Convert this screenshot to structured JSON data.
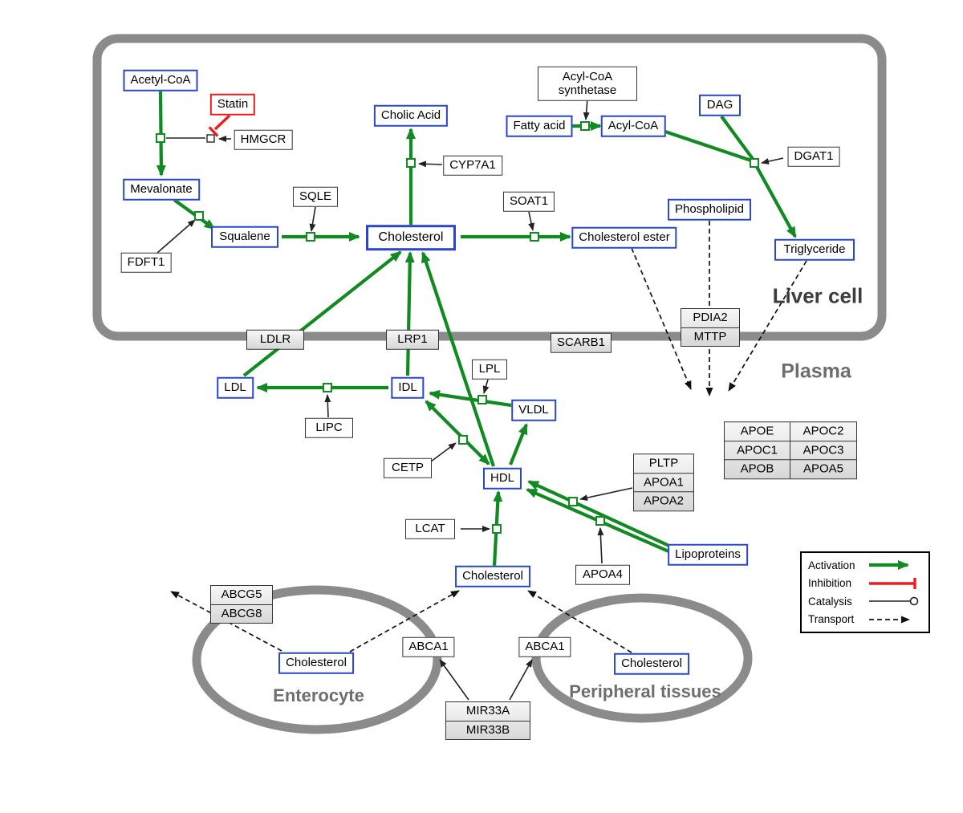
{
  "compartments": {
    "liver": "Liver cell",
    "plasma": "Plasma",
    "enterocyte": "Enterocyte",
    "peripheral": "Peripheral tissues"
  },
  "nodes": {
    "acetyl_coa": "Acetyl-CoA",
    "statin": "Statin",
    "hmgcr": "HMGCR",
    "mevalonate": "Mevalonate",
    "fdft1": "FDFT1",
    "squalene": "Squalene",
    "sqle": "SQLE",
    "cholic_acid": "Cholic Acid",
    "cyp7a1": "CYP7A1",
    "cholesterol_liver": "Cholesterol",
    "soat1": "SOAT1",
    "cholesterol_ester": "Cholesterol ester",
    "fatty_acid": "Fatty acid",
    "acyl_coa_synthetase": "Acyl-CoA synthetase",
    "acyl_coa": "Acyl-CoA",
    "dag": "DAG",
    "dgat1": "DGAT1",
    "phospholipid": "Phospholipid",
    "triglyceride": "Triglyceride",
    "ldlr": "LDLR",
    "lrp1": "LRP1",
    "scarb1": "SCARB1",
    "pdia2": "PDIA2",
    "mttp": "MTTP",
    "ldl": "LDL",
    "idl": "IDL",
    "vldl": "VLDL",
    "lpl": "LPL",
    "lipc": "LIPC",
    "cetp": "CETP",
    "hdl": "HDL",
    "lcat": "LCAT",
    "pltp": "PLTP",
    "apoa1": "APOA1",
    "apoa2": "APOA2",
    "apoa4": "APOA4",
    "lipoproteins": "Lipoproteins",
    "cholesterol_plasma": "Cholesterol",
    "abcg5": "ABCG5",
    "abcg8": "ABCG8",
    "cholesterol_enterocyte": "Cholesterol",
    "abca1_left": "ABCA1",
    "abca1_right": "ABCA1",
    "mir33a": "MIR33A",
    "mir33b": "MIR33B",
    "cholesterol_peripheral": "Cholesterol"
  },
  "apo_table": [
    [
      "APOE",
      "APOC2"
    ],
    [
      "APOC1",
      "APOC3"
    ],
    [
      "APOB",
      "APOA5"
    ]
  ],
  "legend": {
    "activation": "Activation",
    "inhibition": "Inhibition",
    "catalysis": "Catalysis",
    "transport": "Transport"
  },
  "colors": {
    "activation": "#118a22",
    "inhibition": "#ee1c1c",
    "metabolite_border": "#2a46cc",
    "membrane": "#8b8b8b"
  }
}
